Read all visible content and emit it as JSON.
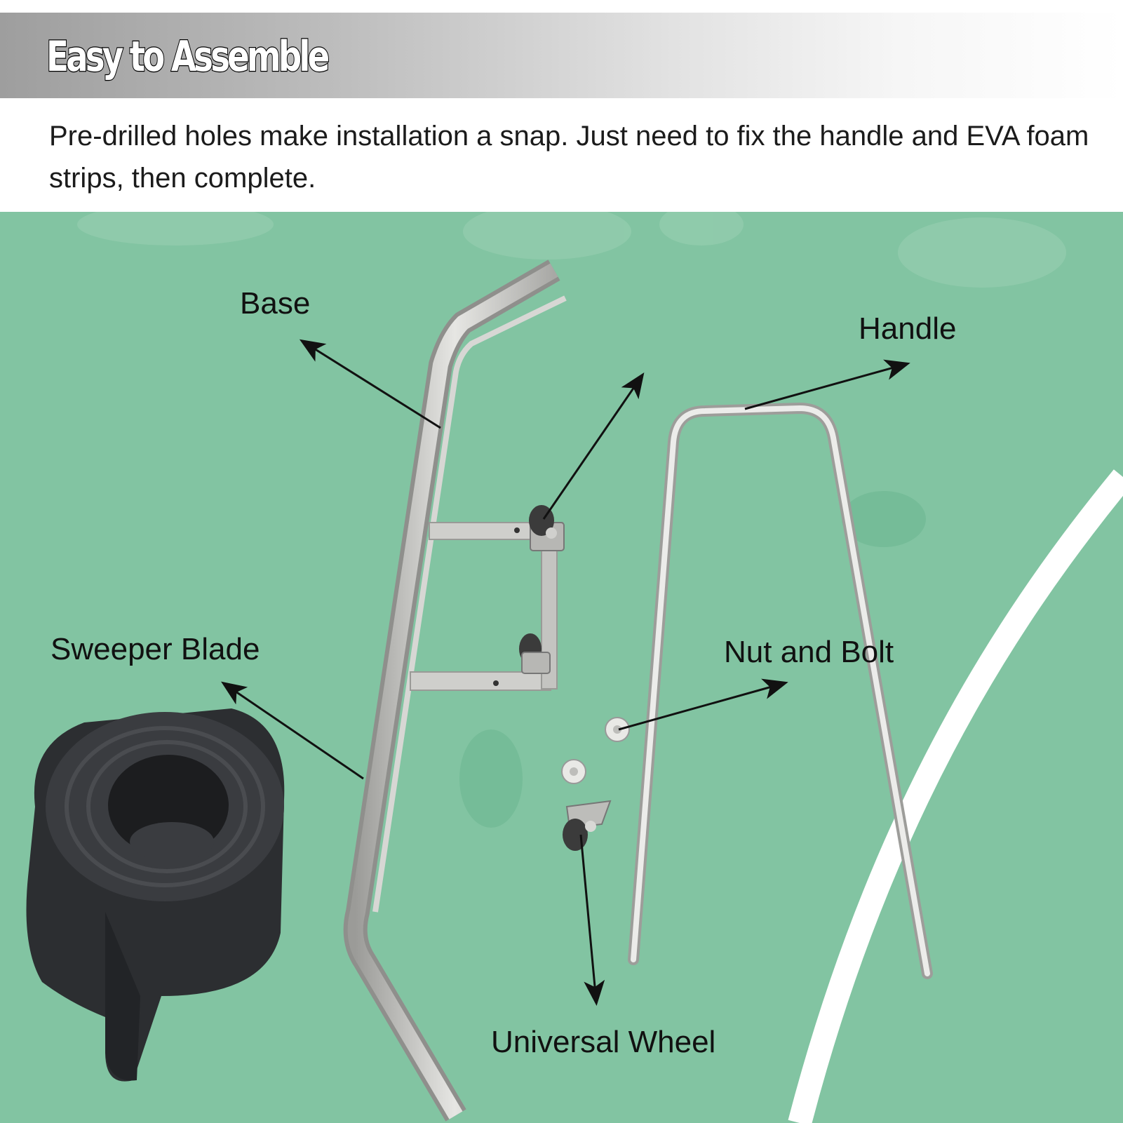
{
  "header": {
    "title": "Easy to Assemble",
    "description": "Pre-drilled holes make installation a snap. Just need to fix the handle and EVA foam strips, then complete."
  },
  "colors": {
    "court_green": "#7fc3a0",
    "court_line": "#ffffff",
    "metal": "#c9c9c7",
    "rubber": "#2b2d30",
    "arrow": "#111111"
  },
  "labels": {
    "base": "Base",
    "handle": "Handle",
    "sweeper_blade": "Sweeper Blade",
    "nut_and_bolt": "Nut and Bolt",
    "universal_wheel": "Universal Wheel"
  }
}
